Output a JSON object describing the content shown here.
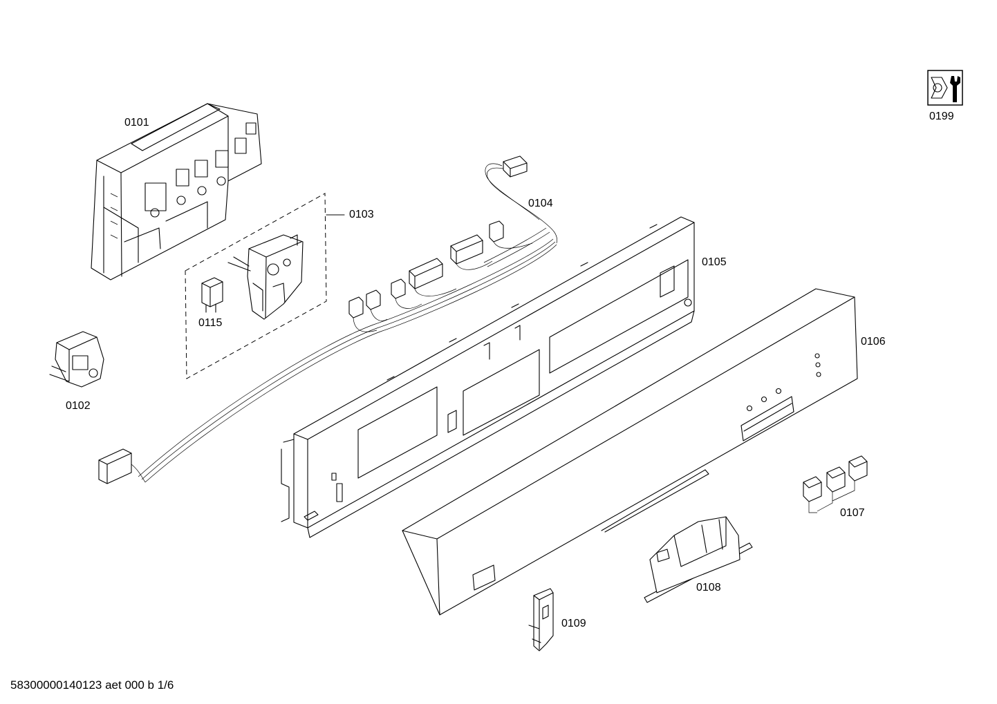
{
  "parts": [
    {
      "id": "0101"
    },
    {
      "id": "0102"
    },
    {
      "id": "0103"
    },
    {
      "id": "0104"
    },
    {
      "id": "0105"
    },
    {
      "id": "0106"
    },
    {
      "id": "0107"
    },
    {
      "id": "0108"
    },
    {
      "id": "0109"
    },
    {
      "id": "0115"
    },
    {
      "id": "0199"
    }
  ],
  "footer": {
    "text": "58300000140123 aet 000 b 1/6"
  },
  "icons": {
    "service_tool": "bolt-wrench-icon"
  }
}
